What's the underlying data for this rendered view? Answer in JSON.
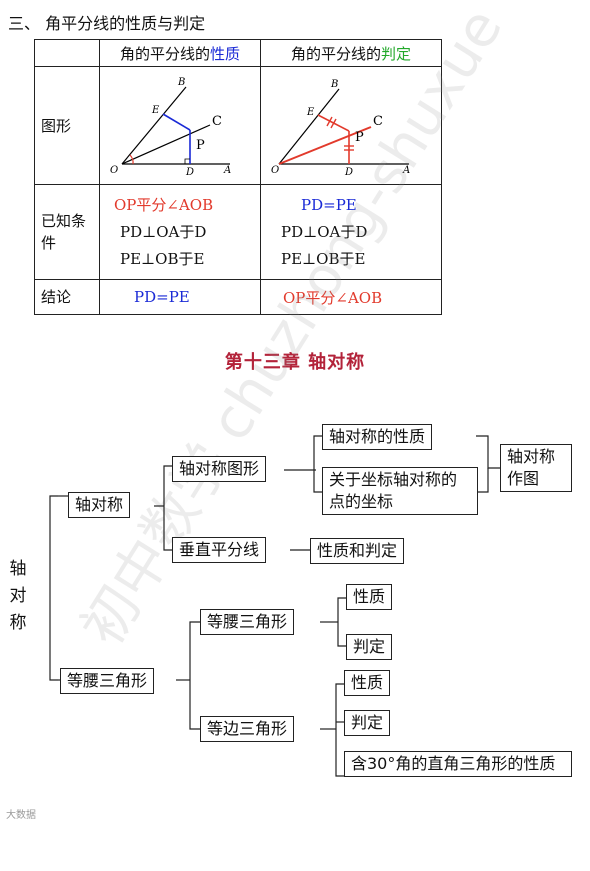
{
  "heading": "三、 角平分线的性质与判定",
  "table": {
    "col1_prefix": "角的平分线的",
    "col1_suffix": "性质",
    "col2_prefix": "角的平分线的",
    "col2_suffix": "判定",
    "row_figure_label": "图形",
    "row_given_label": "已知条件",
    "row_conclusion_label": "结论",
    "given_property": [
      "OP平分∠AOB",
      "PD⊥OA于D",
      "PE⊥OB于E"
    ],
    "given_determination": [
      "PD=PE",
      "PD⊥OA于D",
      "PE⊥OB于E"
    ],
    "conclusion_property": "PD=PE",
    "conclusion_determination": "OP平分∠AOB",
    "figure_labels": {
      "O": "O",
      "A": "A",
      "B": "B",
      "C": "C",
      "D": "D",
      "E": "E",
      "P": "P"
    }
  },
  "chapter_title": "第十三章  轴对称",
  "tree": {
    "root": "轴对称",
    "n_axis": "轴对称",
    "n_axis_figure": "轴对称图形",
    "n_axis_property": "轴对称的性质",
    "n_coord": "关于坐标轴对称的点的坐标",
    "n_draw": "轴对称作图",
    "n_perp": "垂直平分线",
    "n_perp_prop": "性质和判定",
    "n_iso": "等腰三角形",
    "n_iso_tri": "等腰三角形",
    "n_iso_prop": "性质",
    "n_iso_judge": "判定",
    "n_equi": "等边三角形",
    "n_equi_prop": "性质",
    "n_equi_judge": "判定",
    "n_thirty": "含30°角的直角三角形的性质"
  },
  "watermark": "初中数学 chuzhong-shuxue",
  "logo": "大数据"
}
